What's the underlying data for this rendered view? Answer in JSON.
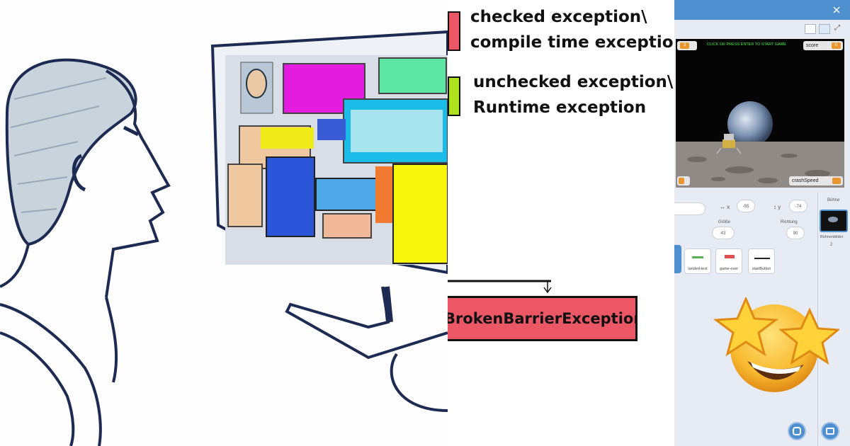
{
  "legend": {
    "checked_line1": "checked exception\\",
    "checked_line2": "compile time exception",
    "unchecked_line1": "unchecked exception\\",
    "unchecked_line2": "Runtime exception"
  },
  "exception_box": {
    "label": "BrokenBarrierException"
  },
  "colors": {
    "checked": "#ec5766",
    "unchecked": "#aee21f",
    "editor_blue": "#4d8fcf",
    "monitor_orange": "#e8962d"
  },
  "scratch": {
    "stage_banner": "CLICK OR PRESS ENTER TO START GAME",
    "score_label": "score",
    "score_value": "0",
    "crash_label": "crashSpeed",
    "sprite_x": "-55",
    "sprite_y": "-74",
    "size_label": "Größe",
    "size_value": "43",
    "direction_label": "Richtung",
    "direction_value": "90",
    "stage_label": "Bühne",
    "backdrops_label": "Bühnenbilder",
    "backdrops_count": "2",
    "sprites": [
      {
        "label": "landed-text"
      },
      {
        "label": "game-over"
      },
      {
        "label": "startButton"
      }
    ]
  },
  "icons": [
    "star-struck-emoji-icon",
    "sprite-cat-icon",
    "backdrop-icon",
    "fullscreen-icon"
  ]
}
